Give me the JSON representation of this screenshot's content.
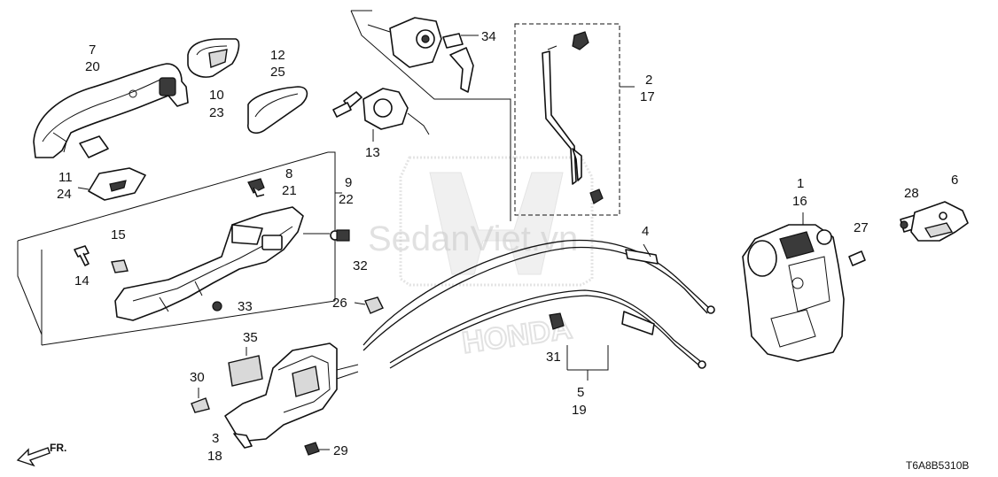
{
  "callouts": [
    {
      "id": "c7",
      "text": "7"
    },
    {
      "id": "c20",
      "text": "20"
    },
    {
      "id": "c10",
      "text": "10"
    },
    {
      "id": "c23",
      "text": "23"
    },
    {
      "id": "c12",
      "text": "12"
    },
    {
      "id": "c25",
      "text": "25"
    },
    {
      "id": "c34",
      "text": "34"
    },
    {
      "id": "c2",
      "text": "2"
    },
    {
      "id": "c17",
      "text": "17"
    },
    {
      "id": "c13",
      "text": "13"
    },
    {
      "id": "c11",
      "text": "11"
    },
    {
      "id": "c24",
      "text": "24"
    },
    {
      "id": "c8",
      "text": "8"
    },
    {
      "id": "c21",
      "text": "21"
    },
    {
      "id": "c9",
      "text": "9"
    },
    {
      "id": "c22",
      "text": "22"
    },
    {
      "id": "c15",
      "text": "15"
    },
    {
      "id": "c14",
      "text": "14"
    },
    {
      "id": "c32",
      "text": "32"
    },
    {
      "id": "c33",
      "text": "33"
    },
    {
      "id": "c4",
      "text": "4"
    },
    {
      "id": "c1",
      "text": "1"
    },
    {
      "id": "c16",
      "text": "16"
    },
    {
      "id": "c6",
      "text": "6"
    },
    {
      "id": "c28",
      "text": "28"
    },
    {
      "id": "c27",
      "text": "27"
    },
    {
      "id": "c26",
      "text": "26"
    },
    {
      "id": "c35",
      "text": "35"
    },
    {
      "id": "c31",
      "text": "31"
    },
    {
      "id": "c30",
      "text": "30"
    },
    {
      "id": "c5",
      "text": "5"
    },
    {
      "id": "c19",
      "text": "19"
    },
    {
      "id": "c3",
      "text": "3"
    },
    {
      "id": "c18",
      "text": "18"
    },
    {
      "id": "c29",
      "text": "29"
    }
  ],
  "direction_label": "FR.",
  "diagram_code": "T6A8B5310B",
  "watermark": {
    "text": "SedanViet.vn",
    "brand": "HONDA"
  },
  "colors": {
    "line": "#111111",
    "watermark": "#c9c9c9",
    "background": "#ffffff"
  }
}
